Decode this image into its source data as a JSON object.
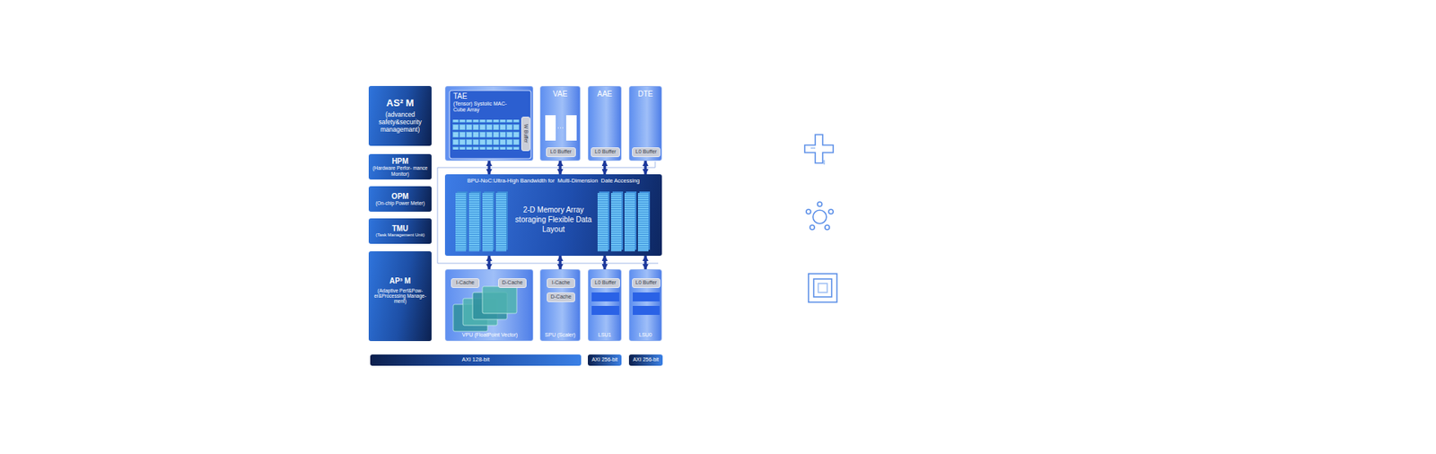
{
  "diagram": {
    "nodes": [
      {
        "text": [
          "AS² M",
          "(advanced safety&security managemant)"
        ]
      },
      {
        "text": [
          "TAE",
          "(Tensor) Systolic MAC-Cube Array"
        ]
      },
      {
        "text": [
          "W Buffer"
        ],
        "in": 1
      },
      {
        "text": [
          "VAE"
        ]
      },
      {
        "text": [
          "L0 Buffer"
        ],
        "in": 3
      },
      {
        "text": [
          "AAE"
        ]
      },
      {
        "text": [
          "L0 Buffer"
        ],
        "in": 5
      },
      {
        "text": [
          "DTE"
        ]
      },
      {
        "text": [
          "L0 Buffer"
        ],
        "in": 7
      },
      {
        "text": [
          "HPM",
          "(Hardware Perfor- mance Monitor)"
        ]
      },
      {
        "text": [
          "OPM",
          "(On-chip Power Meter)"
        ]
      },
      {
        "text": [
          "TMU",
          "(Task Management Unit)"
        ]
      },
      {
        "text": [
          "BPU-NoC:Ultra-High Bandwidth for  Multi-Dimension  Date Accessing",
          "2-D Memory Array storaging Flexible Data Layout"
        ]
      },
      {
        "text": [
          "AP³ M",
          "(Adaptive Perf&Pow- er&Processing Manage- ment)"
        ]
      },
      {
        "text": [
          "VPU (FloatPoint Vector)"
        ]
      },
      {
        "text": [
          "I-Cache"
        ],
        "in": 14
      },
      {
        "text": [
          "D-Cache"
        ],
        "in": 14
      },
      {
        "text": [
          "SPU (Scaler)"
        ]
      },
      {
        "text": [
          "I-Cache"
        ],
        "in": 17
      },
      {
        "text": [
          "D-Cache"
        ],
        "in": 17
      },
      {
        "text": [
          "LSU1"
        ]
      },
      {
        "text": [
          "L0 Buffer"
        ],
        "in": 20
      },
      {
        "text": [
          "LSU0"
        ]
      },
      {
        "text": [
          "L0 Buffer"
        ],
        "in": 22
      },
      {
        "text": [
          "AXI 128-bit"
        ]
      },
      {
        "text": [
          "AXI 256-bit"
        ]
      },
      {
        "text": [
          "AXI 256-bit"
        ]
      }
    ],
    "edges": [
      {
        "from": 1,
        "to": 12,
        "arrow": "both"
      },
      {
        "from": 3,
        "to": 12,
        "arrow": "both"
      },
      {
        "from": 5,
        "to": 12,
        "arrow": "both"
      },
      {
        "from": 7,
        "to": 12,
        "arrow": "both"
      },
      {
        "from": 12,
        "to": 14,
        "arrow": "both"
      },
      {
        "from": 12,
        "to": 17,
        "arrow": "both"
      },
      {
        "from": 12,
        "to": 20,
        "arrow": "both"
      },
      {
        "from": 12,
        "to": 22,
        "arrow": "both"
      }
    ]
  }
}
